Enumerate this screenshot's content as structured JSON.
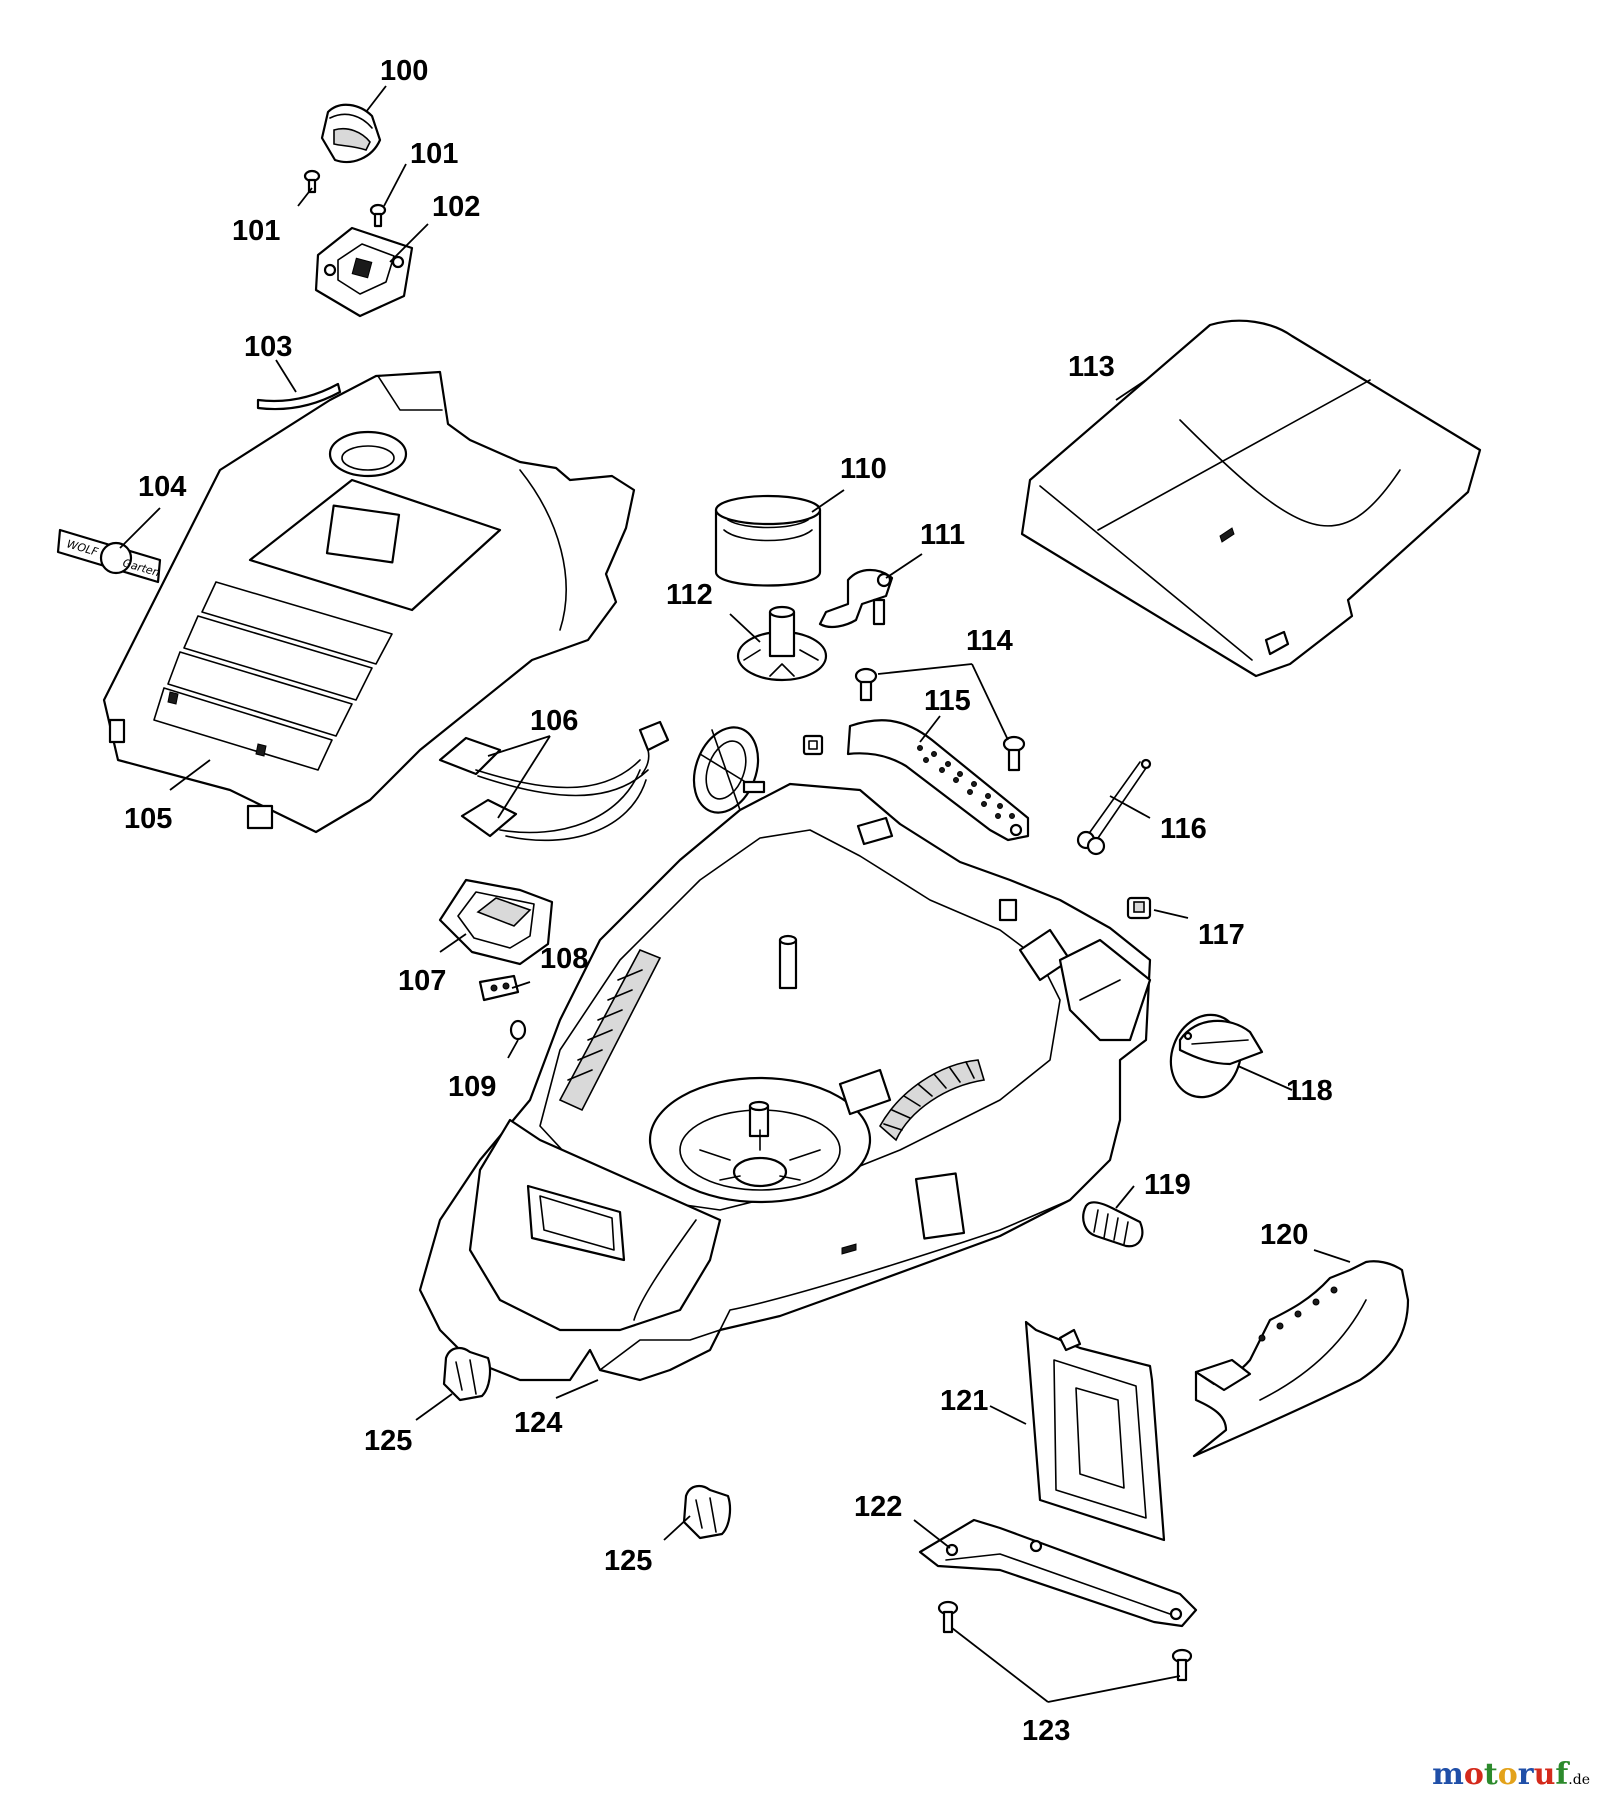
{
  "labels": {
    "p100": "100",
    "p101a": "101",
    "p101b": "101",
    "p102": "102",
    "p103": "103",
    "p104": "104",
    "p105": "105",
    "p106": "106",
    "p107": "107",
    "p108": "108",
    "p109": "109",
    "p110": "110",
    "p111": "111",
    "p112": "112",
    "p113": "113",
    "p114": "114",
    "p115": "115",
    "p116": "116",
    "p117": "117",
    "p118": "118",
    "p119": "119",
    "p120": "120",
    "p121": "121",
    "p122": "122",
    "p123": "123",
    "p124": "124",
    "p125a": "125",
    "p125b": "125"
  },
  "logo_text": {
    "brand": "WOLF",
    "sub": "Garten"
  },
  "watermark": {
    "name": "motoruf",
    "suffix": ".de",
    "colors": [
      "#1f4fa8",
      "#d42a1c",
      "#2c8a2c",
      "#e3a21a",
      "#1f4fa8",
      "#d42a1c",
      "#2c8a2c"
    ]
  }
}
